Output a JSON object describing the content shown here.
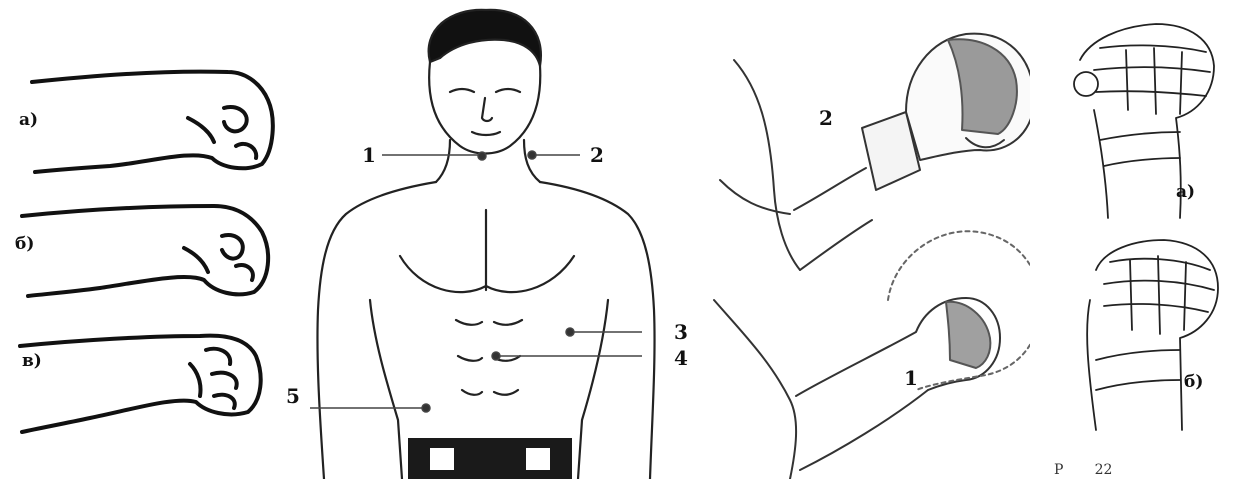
{
  "fists_panel": {
    "labels": [
      "а)",
      "б)",
      "в)"
    ]
  },
  "torso_panel": {
    "points": [
      "1",
      "2",
      "3",
      "4",
      "5"
    ]
  },
  "glove_panel": {
    "labels": [
      "2",
      "1"
    ]
  },
  "wrap_panel": {
    "labels": [
      "а)",
      "б)"
    ]
  },
  "caption": "Р       22"
}
